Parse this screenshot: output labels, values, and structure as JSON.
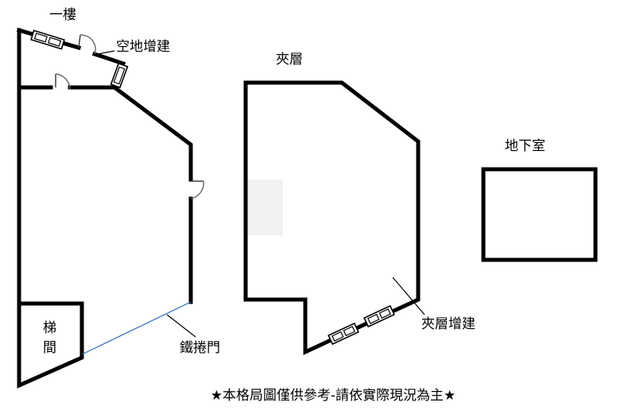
{
  "labels": {
    "first_floor": "一樓",
    "open_space_addition": "空地增建",
    "stair_line1": "梯",
    "stair_line2": "間",
    "rolling_door": "鐵捲門",
    "mezzanine": "夾層",
    "mezzanine_addition": "夾層增建",
    "basement": "地下室"
  },
  "footer": {
    "disclaimer": "★本格局圖僅供參考-請依實際現況為主★"
  },
  "colors": {
    "wall": "#000000",
    "rolling_door_line": "#2f6fc4",
    "door_arc": "#666666",
    "background": "#ffffff"
  }
}
